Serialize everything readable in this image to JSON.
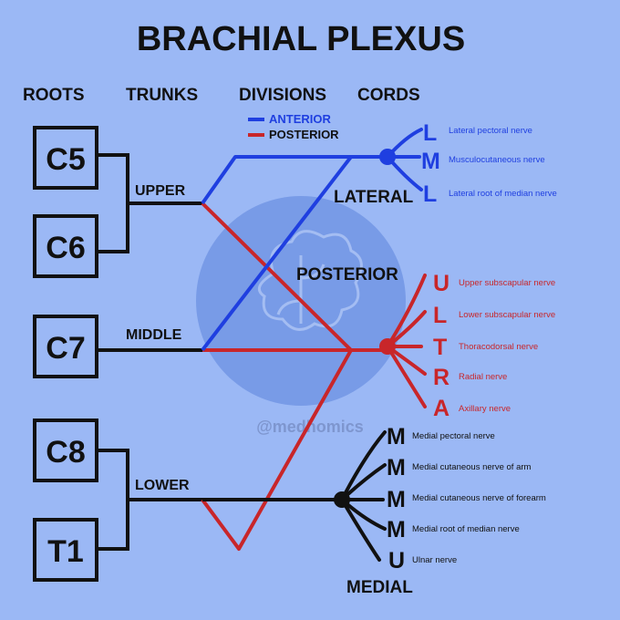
{
  "title": "BRACHIAL PLEXUS",
  "headers": {
    "roots": "ROOTS",
    "trunks": "TRUNKS",
    "divisions": "DIVISIONS",
    "cords": "CORDS"
  },
  "legend": {
    "anterior": "ANTERIOR",
    "posterior": "POSTERIOR"
  },
  "roots": [
    "C5",
    "C6",
    "C7",
    "C8",
    "T1"
  ],
  "trunks": {
    "upper": "UPPER",
    "middle": "MIDDLE",
    "lower": "LOWER"
  },
  "cords": {
    "lateral": "LATERAL",
    "posterior": "POSTERIOR",
    "medial": "MEDIAL"
  },
  "lateral_branches": [
    {
      "letter": "L",
      "name": "Lateral pectoral nerve"
    },
    {
      "letter": "M",
      "name": "Musculocutaneous nerve"
    },
    {
      "letter": "L",
      "name": "Lateral root of median nerve"
    }
  ],
  "posterior_branches": [
    {
      "letter": "U",
      "name": "Upper subscapular nerve"
    },
    {
      "letter": "L",
      "name": "Lower subscapular nerve"
    },
    {
      "letter": "T",
      "name": "Thoracodorsal nerve"
    },
    {
      "letter": "R",
      "name": "Radial nerve"
    },
    {
      "letter": "A",
      "name": "Axillary nerve"
    }
  ],
  "medial_branches": [
    {
      "letter": "M",
      "name": "Medial pectoral nerve"
    },
    {
      "letter": "M",
      "name": "Medial cutaneous nerve of arm"
    },
    {
      "letter": "M",
      "name": "Medial cutaneous nerve of forearm"
    },
    {
      "letter": "M",
      "name": "Medial root of median nerve"
    },
    {
      "letter": "U",
      "name": "Ulnar nerve"
    }
  ],
  "watermark": "@medhomics",
  "colors": {
    "background": "#9bb8f5",
    "anterior": "#1f3fe0",
    "posterior": "#c8262a",
    "medial": "#111111",
    "logo_circle": "#6f93e4"
  },
  "icons": {
    "watermark_logo": "brain-icon"
  }
}
